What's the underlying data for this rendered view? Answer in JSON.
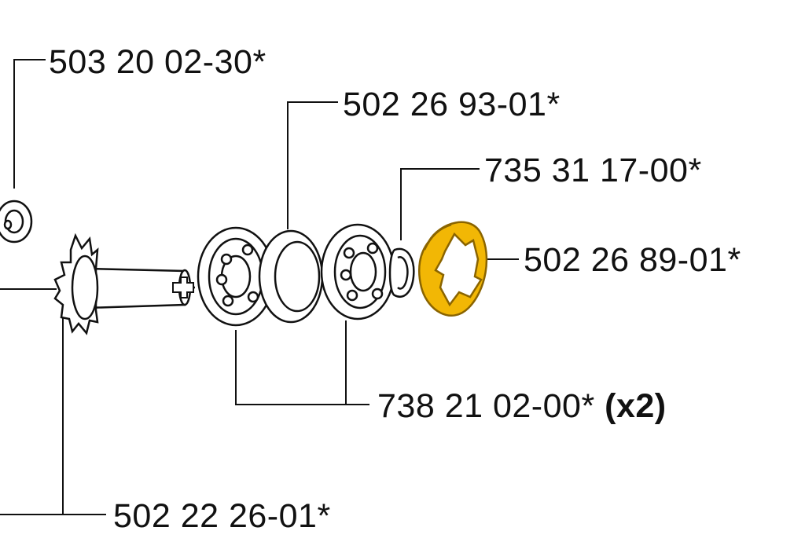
{
  "diagram": {
    "callouts": [
      {
        "id": "nut",
        "part_number": "503 20 02-30*"
      },
      {
        "id": "needle-bearing-sleeve",
        "part_number": "502 26 93-01*"
      },
      {
        "id": "circlip",
        "part_number": "735 31 17-00*"
      },
      {
        "id": "clutch-drum-washer",
        "part_number": "502 26 89-01*",
        "highlighted": true
      },
      {
        "id": "ball-bearing",
        "part_number": "738 21 02-00*",
        "quantity": "(x2)"
      },
      {
        "id": "sprocket-shaft",
        "part_number": "502 22 26-01*"
      }
    ],
    "colors": {
      "line": "#111111",
      "highlight_fill": "#f2b705",
      "highlight_stroke": "#8a6400"
    }
  }
}
